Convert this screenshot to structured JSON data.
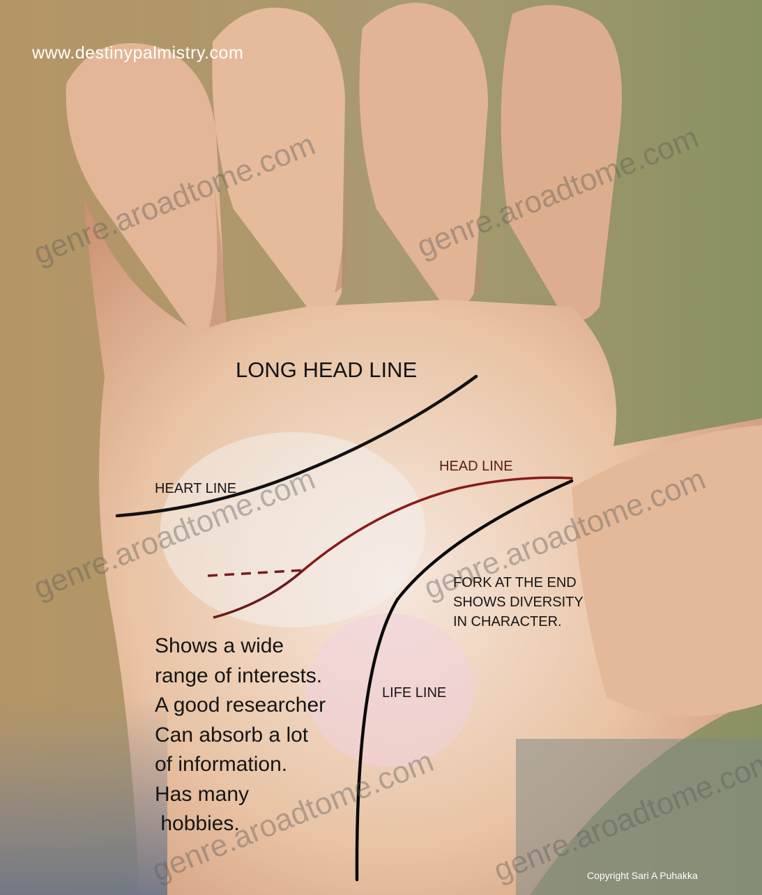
{
  "site_url": "www.destinypalmistry.com",
  "labels": {
    "long_head_line": "LONG HEAD LINE",
    "heart_line": "HEART LINE",
    "head_line": "HEAD LINE",
    "fork_at_end": [
      "FORK AT THE END",
      "SHOWS DIVERSITY",
      "IN CHARACTER."
    ],
    "life_line": "LIFE LINE"
  },
  "description": [
    "Shows a wide",
    "range of interests.",
    "A good researcher",
    "Can absorb a lot",
    "of information.",
    "Has many",
    " hobbies."
  ],
  "watermark": "genre.aroadtome.com",
  "copyright": "Copyright Sari A Puhakka",
  "colors": {
    "heart_line": "#111111",
    "head_line": "#8b1a1a",
    "life_line": "#0a0a0a",
    "skin": "#e6bf9e",
    "background_left": "#b99a6e",
    "background_right": "#8f9468",
    "wrist_shadow": "#6e7a8a"
  }
}
